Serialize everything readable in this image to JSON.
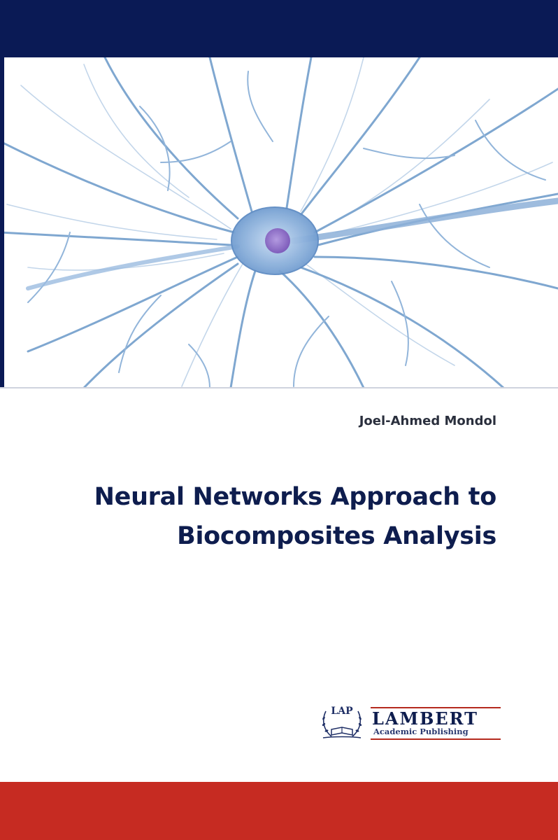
{
  "cover": {
    "author": "Joel-Ahmed Mondol",
    "title_lines": [
      "Neural Networks Approach to",
      "Biocomposites Analysis"
    ]
  },
  "illustration": {
    "subject": "neuron-with-dendrites",
    "colors": {
      "dendrite": "#7ea6cf",
      "dendrite_light": "#b9d0e8",
      "soma": "#6e9bd1",
      "nucleus": "#8c6bc4"
    }
  },
  "publisher": {
    "emblem_text": "LAP",
    "name": "LAMBERT",
    "subtitle": "Academic Publishing"
  },
  "colors": {
    "navy": "#0a1a55",
    "red": "#c62b22",
    "title": "#0e1d4e"
  }
}
